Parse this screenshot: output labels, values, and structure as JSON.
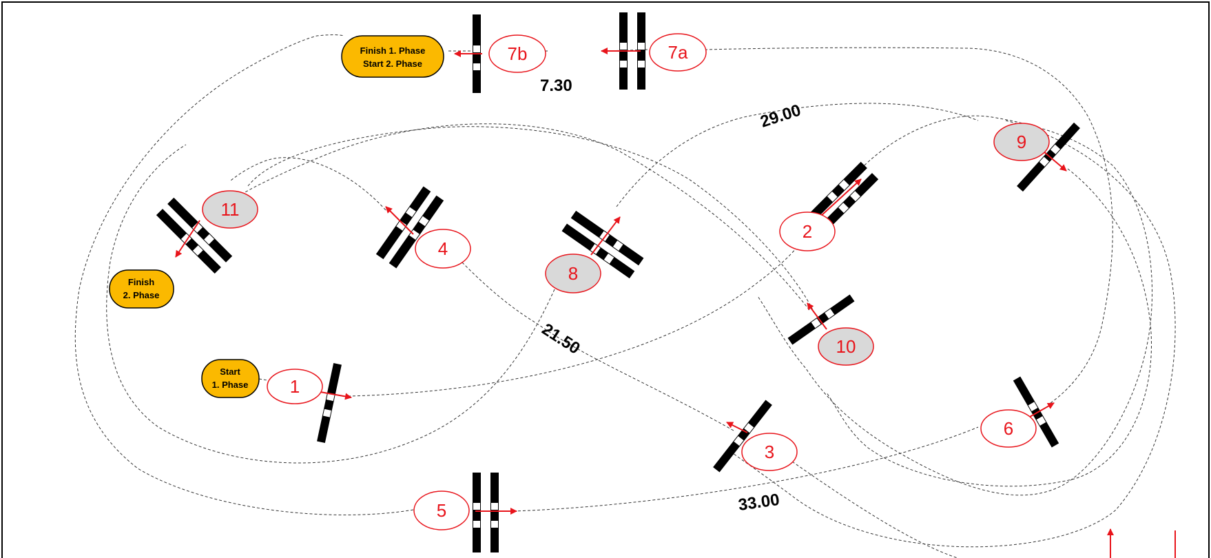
{
  "colors": {
    "number_red": "#e8141b",
    "badge_fill": "#fbb900",
    "grey_fill": "#d9d9d9",
    "path_line": "#333333",
    "pole_black": "#000000"
  },
  "badges": {
    "start_phase1": [
      "Start",
      "1. Phase"
    ],
    "finish_phase1_start_phase2": [
      "Finish 1. Phase",
      "Start 2. Phase"
    ],
    "finish_phase2": [
      "Finish",
      "2. Phase"
    ]
  },
  "obstacles": {
    "o1": "1",
    "o2": "2",
    "o3": "3",
    "o4": "4",
    "o5": "5",
    "o6": "6",
    "o7a": "7a",
    "o7b": "7b",
    "o8": "8",
    "o9": "9",
    "o10": "10",
    "o11": "11"
  },
  "distances": {
    "d1": "7.30",
    "d2": "29.00",
    "d3": "21.50",
    "d4": "33.00"
  }
}
